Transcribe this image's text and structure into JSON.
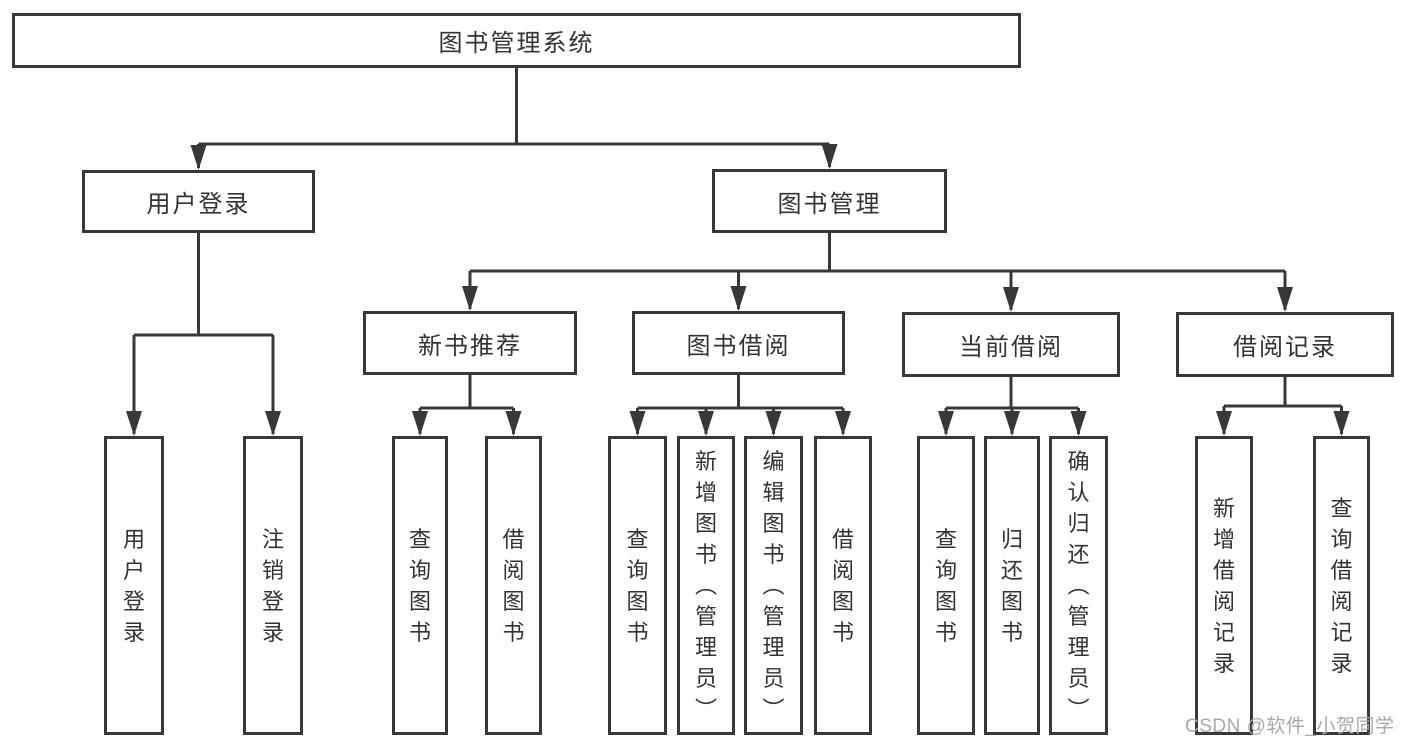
{
  "diagram": {
    "title": "图书管理系统",
    "colors": {
      "line": "#383838",
      "text": "#333333",
      "background": "#ffffff",
      "watermark": "#a9a9a9"
    },
    "tree": {
      "root": {
        "label": "图书管理系统"
      },
      "branches": [
        {
          "label": "用户登录",
          "children": [
            {
              "label": "用户登录"
            },
            {
              "label": "注销登录"
            }
          ]
        },
        {
          "label": "图书管理",
          "children": [
            {
              "label": "新书推荐",
              "children": [
                {
                  "label": "查询图书"
                },
                {
                  "label": "借阅图书"
                }
              ]
            },
            {
              "label": "图书借阅",
              "children": [
                {
                  "label": "查询图书"
                },
                {
                  "label": "新增图书（管理员）"
                },
                {
                  "label": "编辑图书（管理员）"
                },
                {
                  "label": "借阅图书"
                }
              ]
            },
            {
              "label": "当前借阅",
              "children": [
                {
                  "label": "查询图书"
                },
                {
                  "label": "归还图书"
                },
                {
                  "label": "确认归还（管理员）"
                }
              ]
            },
            {
              "label": "借阅记录",
              "children": [
                {
                  "label": "新增借阅记录"
                },
                {
                  "label": "查询借阅记录"
                }
              ]
            }
          ]
        }
      ]
    },
    "watermark": {
      "text": "CSDN @软件_小贺同学"
    }
  }
}
